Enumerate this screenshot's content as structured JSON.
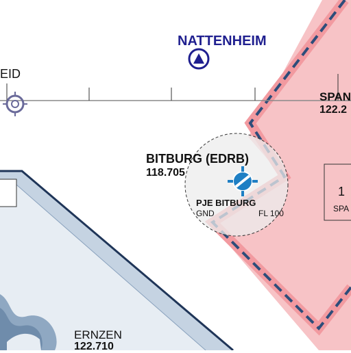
{
  "map": {
    "colors": {
      "airspace_fill": "#f7c3c6",
      "airspace_edge": "#f29aa0",
      "airspace_dash": "#2d4d7a",
      "tma_fill": "#c5d3e2",
      "tma_edge": "#1f3558",
      "town_label": "#1f1f8f",
      "route_line": "#8a8a8a",
      "vor": "#6a6a9a",
      "airfield_blue": "#1e7fc4"
    },
    "towns": [
      {
        "name": "NATTENHEIM"
      }
    ],
    "route_fragment_label": "EID",
    "airspace_label": {
      "name": "SPAN",
      "freq": "122.2"
    },
    "box_fragment": {
      "line1": "1",
      "line2": "SPA"
    },
    "airfield": {
      "name": "BITBURG (EDRB)",
      "freq": "118.705",
      "pje_label": "PJE BITBURG",
      "pje_lower": "GND",
      "pje_upper": "FL 100"
    },
    "ernzen": {
      "name": "ERNZEN",
      "freq": "122.710"
    },
    "icons": [
      "town-triangle-icon",
      "vor-icon",
      "airfield-icon"
    ]
  }
}
